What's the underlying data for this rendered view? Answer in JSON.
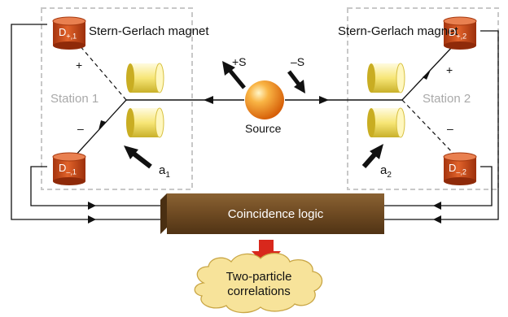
{
  "stations": {
    "left": {
      "title": "Station 1",
      "magnet": "Stern-Gerlach magnet",
      "plus_sign": "+",
      "minus_sign": "–"
    },
    "right": {
      "title": "Station 2",
      "magnet": "Stern-Gerlach magnet",
      "plus_sign": "+",
      "minus_sign": "–"
    }
  },
  "detectors": {
    "plus_1": {
      "letter": "D",
      "sub": "+,1"
    },
    "minus_1": {
      "letter": "D",
      "sub": "–,1"
    },
    "plus_2": {
      "letter": "D",
      "sub": "+,2"
    },
    "minus_2": {
      "letter": "D",
      "sub": "–,2"
    }
  },
  "spins": {
    "left": "+S",
    "right": "–S"
  },
  "source": {
    "label": "Source"
  },
  "angles": {
    "left": {
      "letter": "a",
      "sub": "1"
    },
    "right": {
      "letter": "a",
      "sub": "2"
    }
  },
  "logic": {
    "label": "Coincidence logic"
  },
  "output": {
    "line1": "Two-particle",
    "line2": "correlations"
  },
  "colors": {
    "station_border": "#c8c8c8",
    "detector": "#c8501e",
    "magnet": "#f0dc50",
    "source": "#f59a1e",
    "logic_box": "#6e4b25",
    "output_arrow": "#d8281c",
    "cloud": "#f7e39a"
  }
}
